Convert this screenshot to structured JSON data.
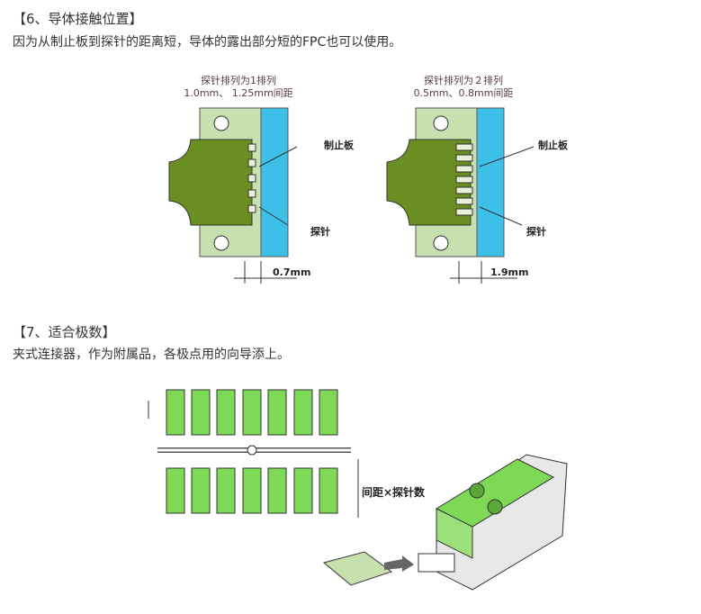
{
  "section6": {
    "heading": "【6、导体接触位置】",
    "text": "因为从制止板到探针的距离短，导体的露出部分短的FPC也可以使用。",
    "fig1": {
      "caption1": "探针排列为1排列",
      "caption2": "1.0mm、 1.25mm间距",
      "stopper_label": "制止板",
      "probe_label": "探针",
      "dimension": "0.7mm"
    },
    "fig2": {
      "caption1": "探针排列为２排列",
      "caption2": "0.5mm、0.8mm间距",
      "stopper_label": "制止板",
      "probe_label": "探针",
      "dimension": "1.9mm"
    }
  },
  "section7": {
    "heading": "【7、适合极数】",
    "text": "夹式连接器，作为附属品，各极点用的向导添上。",
    "pitch_label": "间距×探针数"
  },
  "colors": {
    "green": "#7ed957",
    "fpc": "#6b8e23",
    "blue": "#3cc0e8",
    "plate": "#c8e0b0"
  }
}
